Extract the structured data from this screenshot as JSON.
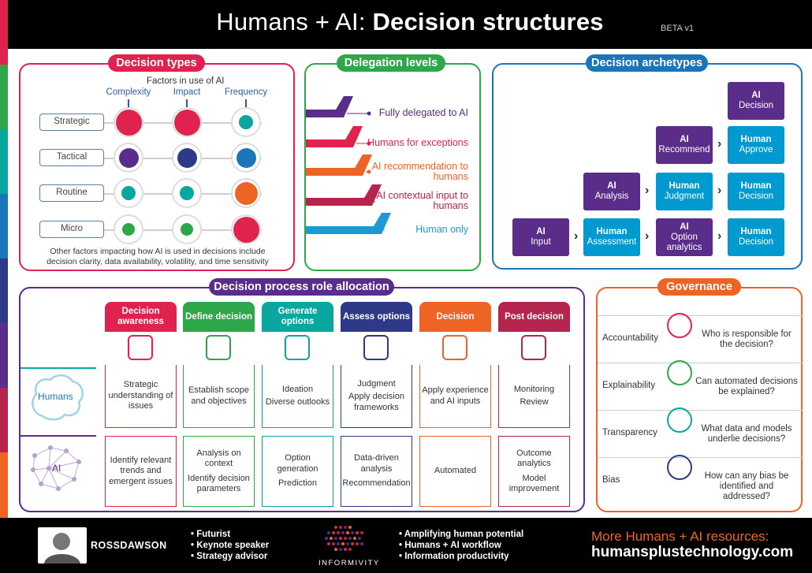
{
  "header": {
    "title_light": "Humans + AI:",
    "title_bold": "Decision structures",
    "beta": "BETA v1"
  },
  "colors": {
    "red": "#e0234e",
    "green": "#2ea64a",
    "blue": "#1b75bb",
    "teal": "#0aa6a0",
    "purple": "#5b2d8a",
    "navy": "#2e3a87",
    "orange": "#ee6424",
    "cyan": "#009ad0",
    "magenta": "#b5244d"
  },
  "decision_types": {
    "title": "Decision types",
    "subtitle": "Factors in use of AI",
    "columns": [
      "Complexity",
      "Impact",
      "Frequency"
    ],
    "rows": [
      "Strategic",
      "Tactical",
      "Routine",
      "Micro"
    ],
    "note": "Other factors impacting how AI is used in decisions include decision clarity, data availability, volatility, and time sensitivity",
    "dots": [
      [
        {
          "s": 3,
          "c": "#e0234e"
        },
        {
          "s": 3,
          "c": "#e0234e"
        },
        {
          "s": 1,
          "c": "#0aa6a0"
        }
      ],
      [
        {
          "s": 2,
          "c": "#5b2d8a"
        },
        {
          "s": 2,
          "c": "#2e3a87"
        },
        {
          "s": 2,
          "c": "#1b75bb"
        }
      ],
      [
        {
          "s": 1,
          "c": "#0aa6a0"
        },
        {
          "s": 1,
          "c": "#0aa6a0"
        },
        {
          "s": 2.5,
          "c": "#ee6424"
        }
      ],
      [
        {
          "s": 0.8,
          "c": "#2ea64a"
        },
        {
          "s": 0.8,
          "c": "#2ea64a"
        },
        {
          "s": 3,
          "c": "#e0234e"
        }
      ]
    ]
  },
  "delegation": {
    "title": "Delegation levels",
    "levels": [
      {
        "label": "Fully delegated to AI",
        "color": "#5b2d8a"
      },
      {
        "label": "Humans for exceptions",
        "color": "#e0234e"
      },
      {
        "label": "AI recommendation to humans",
        "color": "#ee6424"
      },
      {
        "label": "AI contextual input to humans",
        "color": "#b5244d"
      },
      {
        "label": "Human only",
        "color": "#1b9ad6"
      }
    ]
  },
  "archetypes": {
    "title": "Decision archetypes",
    "ai_decision": "AI Decision",
    "rows": [
      [
        "AI Recommend",
        "Human Approve"
      ],
      [
        "AI Analysis",
        "Human Judgment",
        "Human Decision"
      ],
      [
        "AI Input",
        "Human Assessment",
        "AI Option analytics",
        "Human Decision"
      ]
    ]
  },
  "process": {
    "title": "Decision process role allocation",
    "humans_label": "Humans",
    "ai_label": "AI",
    "columns": [
      {
        "head": "Decision awareness",
        "color": "#e0234e",
        "human": [
          "Strategic understanding of issues"
        ],
        "ai": [
          "Identify relevant trends and emergent issues"
        ]
      },
      {
        "head": "Define decision",
        "color": "#2ea64a",
        "human": [
          "Establish scope and objectives"
        ],
        "ai": [
          "Analysis on context",
          "Identify decision parameters"
        ]
      },
      {
        "head": "Generate options",
        "color": "#0aa6a0",
        "human": [
          "Ideation",
          "Diverse outlooks"
        ],
        "ai": [
          "Option generation",
          "Prediction"
        ]
      },
      {
        "head": "Assess options",
        "color": "#2e3a87",
        "human": [
          "Judgment",
          "Apply decision frameworks"
        ],
        "ai": [
          "Data-driven analysis",
          "Recommendation"
        ]
      },
      {
        "head": "Decision",
        "color": "#ee6424",
        "human": [
          "Apply experience and AI inputs"
        ],
        "ai": [
          "Automated"
        ]
      },
      {
        "head": "Post decision",
        "color": "#b5244d",
        "human": [
          "Monitoring",
          "Review"
        ],
        "ai": [
          "Outcome analytics",
          "Model improvement"
        ]
      }
    ]
  },
  "governance": {
    "title": "Governance",
    "rows": [
      {
        "label": "Accountability",
        "q": "Who is responsible for the decision?",
        "color": "#e0234e"
      },
      {
        "label": "Explainability",
        "q": "Can automated decisions be explained?",
        "color": "#2ea64a"
      },
      {
        "label": "Transparency",
        "q": "What data and models underlie decisions?",
        "color": "#0aa6a0"
      },
      {
        "label": "Bias",
        "q": "How can any bias be identified and addressed?",
        "color": "#2e3a87"
      }
    ]
  },
  "footer": {
    "brand": "ROSSDAWSON",
    "roles": [
      "• Futurist",
      "• Keynote speaker",
      "• Strategy advisor"
    ],
    "company": "INFORMIVITY",
    "bullets": [
      "• Amplifying human potential",
      "• Humans + AI workflow",
      "• Information productivity"
    ],
    "more": "More Humans + AI resources:",
    "url": "humansplustechnology.com"
  }
}
